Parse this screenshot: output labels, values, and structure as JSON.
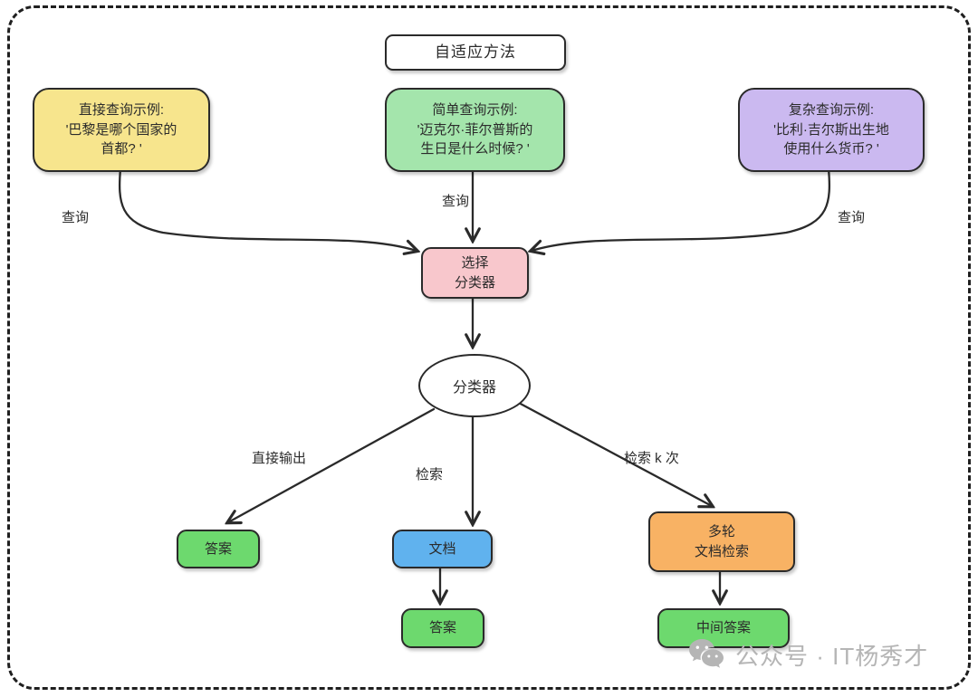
{
  "diagram": {
    "title": "自适应方法",
    "watermark": "公众号 · IT杨秀才"
  },
  "nodes": {
    "direct_example": {
      "lines": [
        "直接查询示例:",
        "'巴黎是哪个国家的",
        "首都? '"
      ],
      "color": "#F7E58D"
    },
    "simple_example": {
      "lines": [
        "简单查询示例:",
        "'迈克尔·菲尔普斯的",
        "生日是什么时候? '"
      ],
      "color": "#A4E5AC"
    },
    "complex_example": {
      "lines": [
        "复杂查询示例:",
        "'比利·吉尔斯出生地",
        "使用什么货币? '"
      ],
      "color": "#CBB9F0"
    },
    "selector": {
      "lines": [
        "选择",
        "分类器"
      ],
      "color": "#F8C7CC"
    },
    "classifier": {
      "label": "分类器",
      "color": "#FFFFFF"
    },
    "answer_direct": {
      "label": "答案",
      "color": "#6DD96E"
    },
    "document": {
      "label": "文档",
      "color": "#60B2EE"
    },
    "multi_round": {
      "lines": [
        "多轮",
        "文档检索"
      ],
      "color": "#F8B264"
    },
    "answer_doc": {
      "label": "答案",
      "color": "#6DD96E"
    },
    "intermediate_answer": {
      "label": "中间答案",
      "color": "#6DD96E"
    }
  },
  "edge_labels": {
    "query_left": "查询",
    "query_mid": "查询",
    "query_right": "查询",
    "direct_output": "直接输出",
    "retrieve": "检索",
    "retrieve_k": "检索 k 次"
  },
  "style": {
    "stroke": "#2a2a2a",
    "frame_border": "#1f1f1f",
    "watermark_color": "#b5b5b5"
  }
}
